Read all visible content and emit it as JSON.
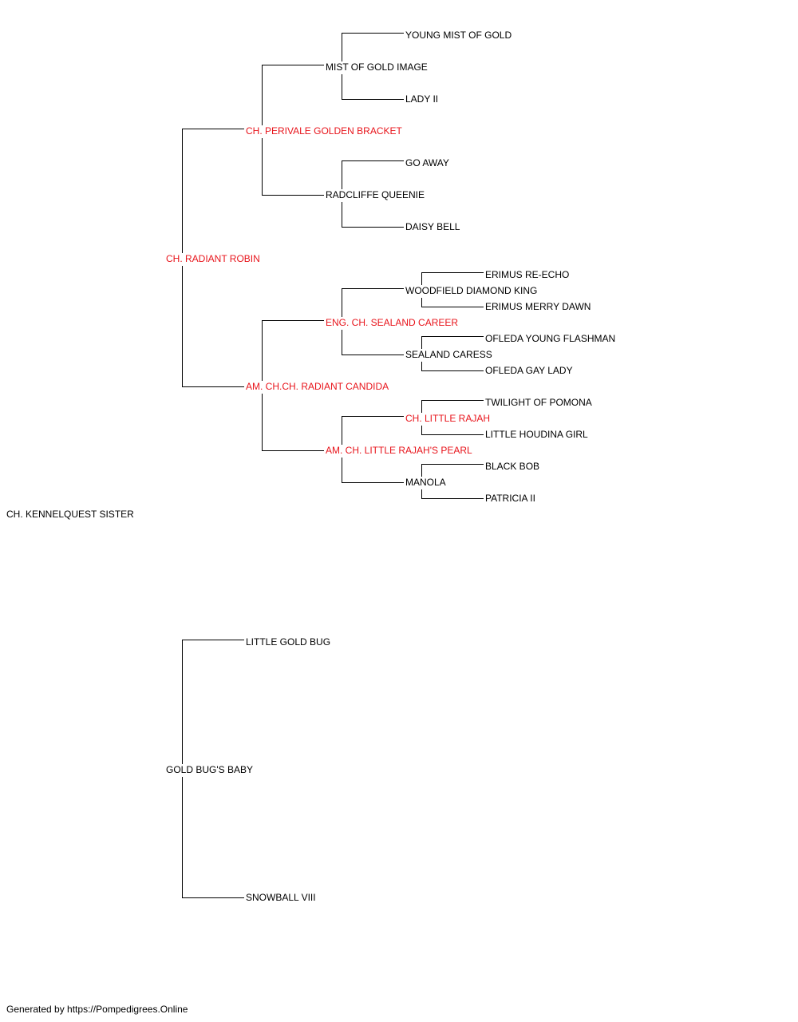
{
  "colors": {
    "champion": "#e8141b",
    "normal": "#000000",
    "line": "#000000"
  },
  "subject": {
    "name": "CH. KENNELQUEST SISTER"
  },
  "sire": {
    "name": "CH. RADIANT ROBIN",
    "champion": true
  },
  "dam": {
    "name": "GOLD BUG'S BABY",
    "champion": false
  },
  "sire_sire": {
    "name": "CH. PERIVALE GOLDEN BRACKET",
    "champion": true
  },
  "sire_dam": {
    "name": "AM. CH.CH. RADIANT CANDIDA",
    "champion": true
  },
  "dam_sire": {
    "name": "LITTLE GOLD BUG",
    "champion": false
  },
  "dam_dam": {
    "name": "SNOWBALL VIII",
    "champion": false
  },
  "ss_sire": {
    "name": "MIST OF GOLD IMAGE",
    "champion": false
  },
  "ss_dam": {
    "name": "RADCLIFFE QUEENIE",
    "champion": false
  },
  "sd_sire": {
    "name": "ENG. CH. SEALAND CAREER",
    "champion": true
  },
  "sd_dam": {
    "name": "AM. CH. LITTLE RAJAH'S PEARL",
    "champion": true
  },
  "sss_sire": {
    "name": "YOUNG MIST OF GOLD",
    "champion": false
  },
  "sss_dam": {
    "name": "LADY II",
    "champion": false
  },
  "ssd_sire": {
    "name": "GO AWAY",
    "champion": false
  },
  "ssd_dam": {
    "name": "DAISY BELL",
    "champion": false
  },
  "sds_sire": {
    "name": "WOODFIELD DIAMOND KING",
    "champion": false
  },
  "sds_dam": {
    "name": "SEALAND CARESS",
    "champion": false
  },
  "sdd_sire": {
    "name": "CH. LITTLE RAJAH",
    "champion": true
  },
  "sdd_dam": {
    "name": "MANOLA",
    "champion": false
  },
  "sdss_sire": {
    "name": "ERIMUS RE-ECHO",
    "champion": false
  },
  "sdss_dam": {
    "name": "ERIMUS MERRY DAWN",
    "champion": false
  },
  "sdsd_sire": {
    "name": "OFLEDA YOUNG FLASHMAN",
    "champion": false
  },
  "sdsd_dam": {
    "name": "OFLEDA GAY LADY",
    "champion": false
  },
  "sdds_sire": {
    "name": "TWILIGHT OF POMONA",
    "champion": false
  },
  "sdds_dam": {
    "name": "LITTLE HOUDINA GIRL",
    "champion": false
  },
  "sddd_sire": {
    "name": "BLACK BOB",
    "champion": false
  },
  "sddd_dam": {
    "name": "PATRICIA II",
    "champion": false
  },
  "footer": "Generated by https://Pompedigrees.Online"
}
